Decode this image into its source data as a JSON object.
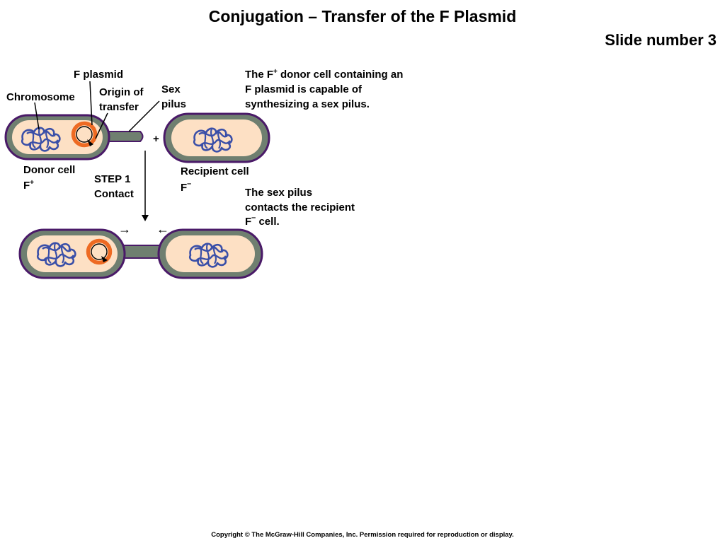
{
  "slide": {
    "title": "Conjugation – Transfer of the F Plasmid",
    "slide_number": "Slide number 3",
    "copyright": "Copyright © The McGraw-Hill Companies, Inc. Permission required for reproduction or display."
  },
  "labels": {
    "f_plasmid": "F plasmid",
    "chromosome": "Chromosome",
    "origin_line1": "Origin of",
    "origin_line2": "transfer",
    "sex_pilus_line1": "Sex",
    "sex_pilus_line2": "pilus",
    "plus": "+",
    "donor_cell": "Donor cell",
    "donor_type_base": "F",
    "donor_type_sup": "+",
    "recipient_cell": "Recipient cell",
    "recipient_type_base": "F",
    "recipient_type_sup": "–",
    "step_line1": "STEP 1",
    "step_line2": "Contact",
    "arrow_right": "→",
    "arrow_left": "←"
  },
  "descriptions": {
    "desc1_line1_pre": "The F",
    "desc1_line1_sup": "+",
    "desc1_line1_post": " donor cell containing an",
    "desc1_line2": "F plasmid is capable of",
    "desc1_line3": "synthesizing a sex pilus.",
    "desc2_line1": "The sex pilus",
    "desc2_line2": "contacts the recipient",
    "desc2_line3_pre": "F",
    "desc2_line3_sup": "–",
    "desc2_line3_post": " cell."
  },
  "colors": {
    "cell_outline": "#4a1a68",
    "cell_wall": "#6f7f70",
    "cytoplasm": "#fde0c4",
    "chromosome": "#3a4fa8",
    "plasmid": "#ee6a22",
    "origin_marker": "#000000"
  }
}
